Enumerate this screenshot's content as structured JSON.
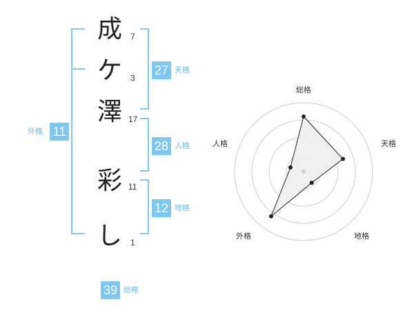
{
  "colors": {
    "accent": "#7ec7f3",
    "accent_text": "#6cbbee",
    "text": "#222222",
    "radar_fill": "#eeeeee",
    "radar_line": "#222222",
    "grid": "#cccccc"
  },
  "name": {
    "chars": [
      {
        "char": "成",
        "strokes": "7"
      },
      {
        "char": "ケ",
        "strokes": "3"
      },
      {
        "char": "澤",
        "strokes": "17"
      },
      {
        "char": "彩",
        "strokes": "11"
      },
      {
        "char": "し",
        "strokes": "1"
      }
    ]
  },
  "fortune": {
    "tenkaku": {
      "value": "27",
      "label": "天格"
    },
    "jinkaku": {
      "value": "28",
      "label": "人格"
    },
    "chikaku": {
      "value": "12",
      "label": "地格"
    },
    "gaikaku": {
      "value": "11",
      "label": "外格"
    },
    "soukaku": {
      "value": "39",
      "label": "総格"
    }
  },
  "chart_data": {
    "type": "radar",
    "axes": [
      "総格",
      "天格",
      "地格",
      "外格",
      "人格"
    ],
    "values": [
      4,
      3,
      1,
      4,
      1
    ],
    "max": 5,
    "rings": 4
  }
}
